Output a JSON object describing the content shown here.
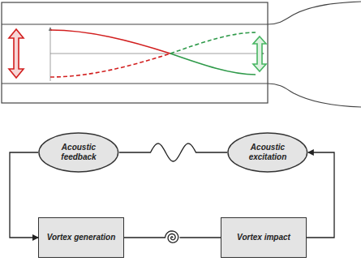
{
  "diagram": {
    "nodes": [
      {
        "text": [
          "Acoustic feedback"
        ]
      },
      {
        "text": [
          "Acoustic excitation"
        ]
      },
      {
        "text": [
          "Vortex generation"
        ]
      },
      {
        "text": [
          "Vortex impact"
        ]
      }
    ],
    "edges": [
      {
        "from": 1,
        "to": 0,
        "arrow": "none"
      },
      {
        "from": 0,
        "to": 2,
        "arrow": "to"
      },
      {
        "from": 2,
        "to": 3,
        "arrow": "none"
      },
      {
        "from": 3,
        "to": 1,
        "arrow": "to"
      }
    ]
  }
}
